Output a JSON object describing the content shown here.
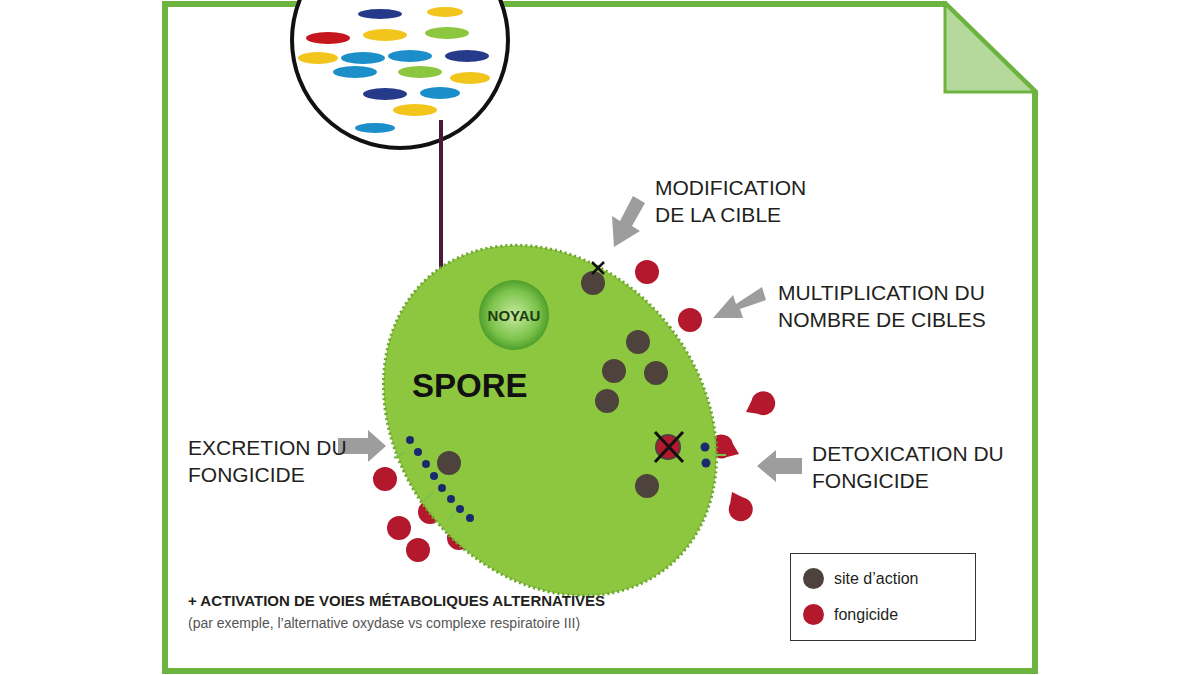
{
  "diagram": {
    "nodes": [
      {
        "text": [
          "SPORE"
        ]
      },
      {
        "text": [
          "NOYAU"
        ],
        "in": 0
      }
    ],
    "labels": [
      "MODIFICATION DE LA CIBLE",
      "MULTIPLICATION DU NOMBRE DE CIBLES",
      "EXCRETION DU FONGICIDE",
      "DETOXICATION DU FONGICIDE",
      "+ ACTIVATION DE VOIES MÉTABOLIQUES ALTERNATIVES",
      "(par exemple, l’alternative oxydase vs complexe respiratoire III)"
    ],
    "legend": [
      {
        "text": "site d’action",
        "color": "#4d433c"
      },
      {
        "text": "fongicide",
        "color": "#b3182c"
      }
    ]
  }
}
